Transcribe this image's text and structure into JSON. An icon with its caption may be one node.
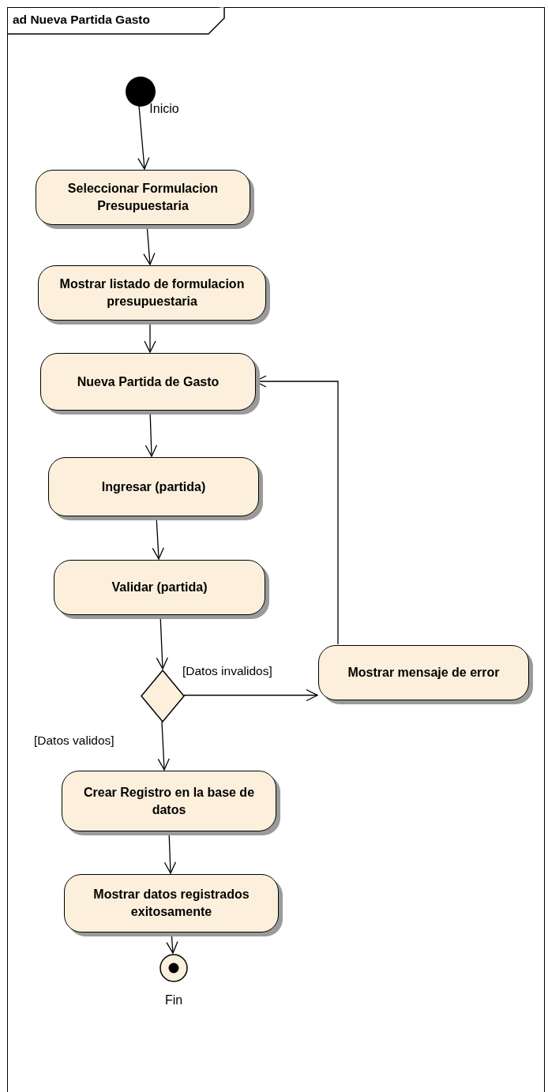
{
  "diagram": {
    "nodes": [
      {
        "text": [
          "ad Nueva Partida Gasto"
        ]
      },
      {
        "text": [],
        "shape": "circle",
        "beside": [
          "Inicio"
        ],
        "in": 0
      },
      {
        "text": [
          "Seleccionar Formulacion Presupuestaria"
        ],
        "in": 0
      },
      {
        "text": [
          "Mostrar listado de formulacion presupuestaria"
        ],
        "in": 0
      },
      {
        "text": [
          "Nueva Partida de Gasto"
        ],
        "in": 0
      },
      {
        "text": [
          "Ingresar (partida)"
        ],
        "in": 0
      },
      {
        "text": [
          "Validar (partida)"
        ],
        "in": 0
      },
      {
        "text": [],
        "shape": "diamond",
        "in": 0
      },
      {
        "text": [
          "Mostrar mensaje de error"
        ],
        "in": 0
      },
      {
        "text": [
          "Crear Registro en la base de datos"
        ],
        "in": 0
      },
      {
        "text": [
          "Mostrar datos registrados exitosamente"
        ],
        "in": 0
      },
      {
        "text": [],
        "shape": "circle",
        "beside": [
          "Fin"
        ],
        "in": 0
      }
    ],
    "edges": [
      {
        "from": 1,
        "to": 2,
        "arrow": "to"
      },
      {
        "from": 2,
        "to": 3,
        "arrow": "to"
      },
      {
        "from": 3,
        "to": 4,
        "arrow": "to"
      },
      {
        "from": 4,
        "to": 5,
        "arrow": "to"
      },
      {
        "from": 5,
        "to": 6,
        "arrow": "to"
      },
      {
        "from": 6,
        "to": 7,
        "arrow": "to"
      },
      {
        "from": 7,
        "to": 8,
        "arrow": "to",
        "label": "[Datos invalidos]"
      },
      {
        "from": 8,
        "to": 4,
        "arrow": "to"
      },
      {
        "from": 7,
        "to": 9,
        "arrow": "to",
        "label": "[Datos validos]"
      },
      {
        "from": 9,
        "to": 10,
        "arrow": "to"
      },
      {
        "from": 10,
        "to": 11,
        "arrow": "to"
      }
    ]
  }
}
